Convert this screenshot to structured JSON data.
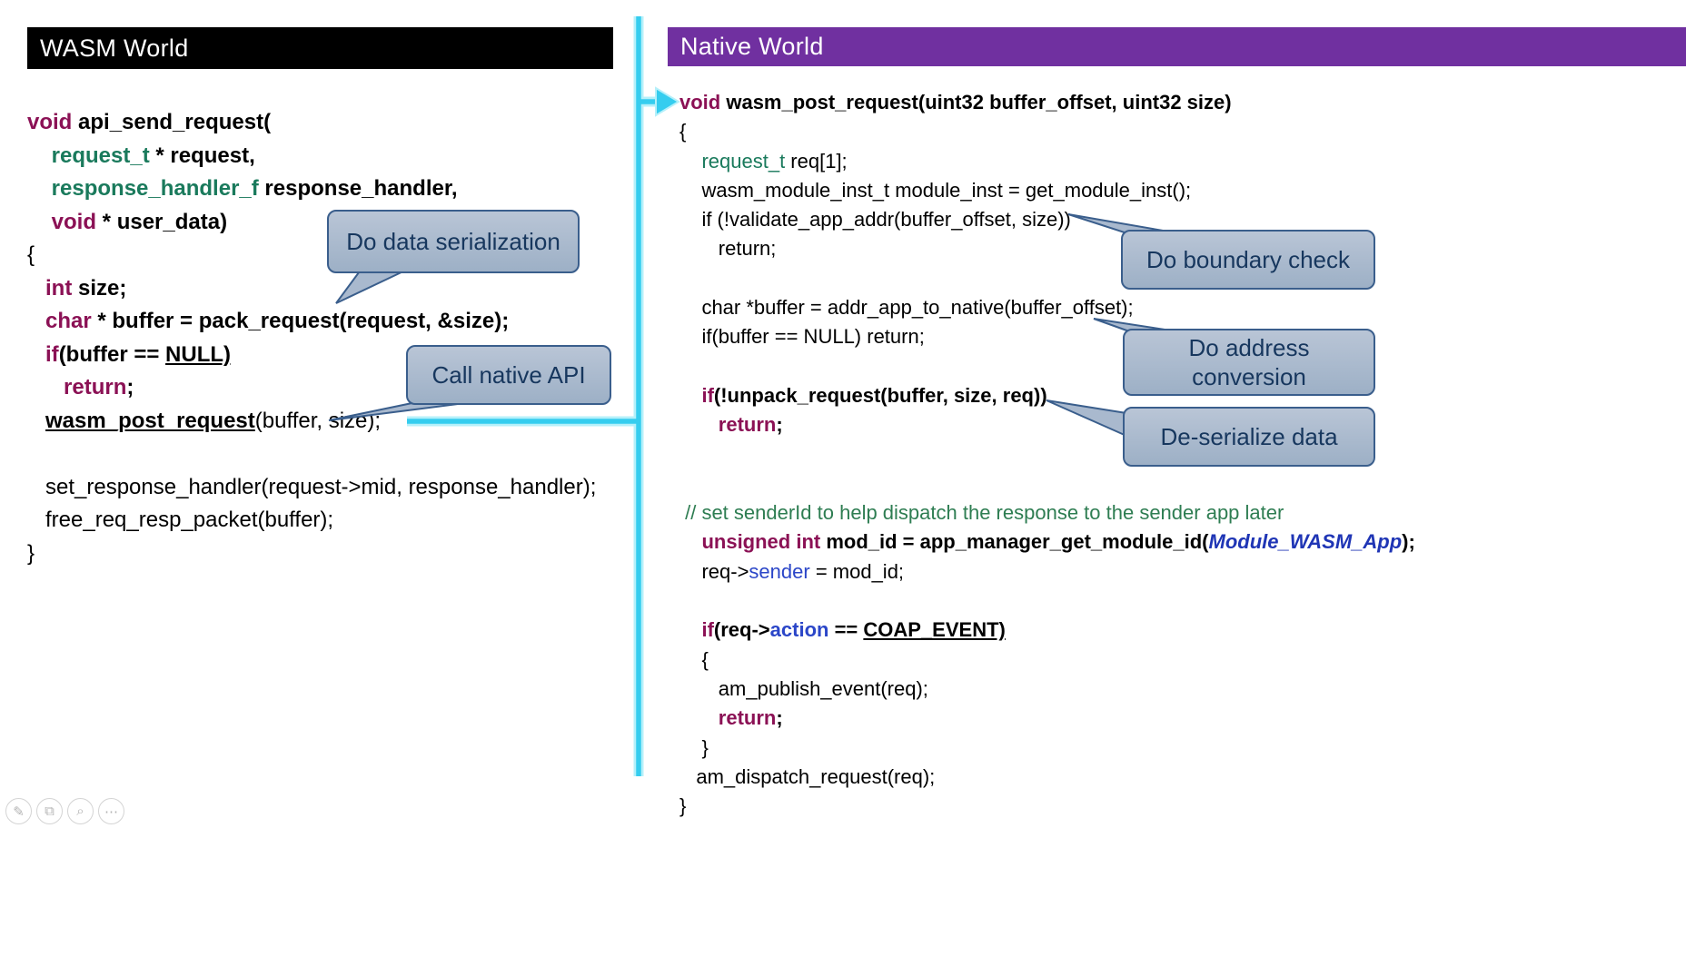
{
  "left_panel": {
    "header": "WASM World",
    "code": [
      [
        {
          "x": "void",
          "s": "k"
        },
        {
          "x": " api_send_request(",
          "s": "b"
        }
      ],
      [
        {
          "x": "    request_t",
          "s": "t b"
        },
        {
          "x": " * request,",
          "s": "b"
        }
      ],
      [
        {
          "x": "    response_handler_f",
          "s": "t b"
        },
        {
          "x": " response_handler,",
          "s": "b"
        }
      ],
      [
        {
          "x": "    void",
          "s": "k"
        },
        {
          "x": " * user_data)",
          "s": "b"
        }
      ],
      [
        {
          "x": "{",
          "s": ""
        }
      ],
      [
        {
          "x": "   ",
          "s": ""
        },
        {
          "x": "int",
          "s": "k"
        },
        {
          "x": " size;",
          "s": "b"
        }
      ],
      [
        {
          "x": "   ",
          "s": ""
        },
        {
          "x": "char",
          "s": "k"
        },
        {
          "x": " * buffer = pack_request(request, &size);",
          "s": "b"
        }
      ],
      [
        {
          "x": "   ",
          "s": ""
        },
        {
          "x": "if",
          "s": "k"
        },
        {
          "x": "(buffer == ",
          "s": "b"
        },
        {
          "x": "NULL)",
          "s": "b u"
        }
      ],
      [
        {
          "x": "      ",
          "s": ""
        },
        {
          "x": "return",
          "s": "k"
        },
        {
          "x": ";",
          "s": "b"
        }
      ],
      [
        {
          "x": "   ",
          "s": ""
        },
        {
          "x": "wasm_post_request",
          "s": "b u"
        },
        {
          "x": "(buffer, size);",
          "s": ""
        }
      ],
      [],
      [
        {
          "x": "   set_response_handler(request->mid, response_handler);",
          "s": ""
        }
      ],
      [
        {
          "x": "   free_req_resp_packet(buffer);",
          "s": ""
        }
      ],
      [
        {
          "x": "}",
          "s": ""
        }
      ]
    ]
  },
  "right_panel": {
    "header": "Native World",
    "code": [
      [
        {
          "x": "void",
          "s": "k"
        },
        {
          "x": " wasm_post_request(uint32 buffer_offset, uint32 size)",
          "s": "b"
        }
      ],
      [
        {
          "x": "{",
          "s": ""
        }
      ],
      [
        {
          "x": "    ",
          "s": ""
        },
        {
          "x": "request_t",
          "s": "t"
        },
        {
          "x": " req[1];",
          "s": ""
        }
      ],
      [
        {
          "x": "    wasm_module_inst_t module_inst = get_module_inst();",
          "s": ""
        }
      ],
      [
        {
          "x": "    if (!validate_app_addr(buffer_offset, size))",
          "s": ""
        }
      ],
      [
        {
          "x": "       return;",
          "s": ""
        }
      ],
      [],
      [
        {
          "x": "    char *buffer = addr_app_to_native(buffer_offset);",
          "s": ""
        }
      ],
      [
        {
          "x": "    if(buffer == NULL) return;",
          "s": ""
        }
      ],
      [],
      [
        {
          "x": "    ",
          "s": ""
        },
        {
          "x": "if",
          "s": "k"
        },
        {
          "x": "(!unpack_request(buffer, size, req))",
          "s": "b"
        }
      ],
      [
        {
          "x": "       ",
          "s": ""
        },
        {
          "x": "return",
          "s": "k"
        },
        {
          "x": ";",
          "s": "b"
        }
      ],
      [],
      [],
      [
        {
          "x": " // set senderId to help dispatch the response to the sender app later",
          "s": "c"
        }
      ],
      [
        {
          "x": "    ",
          "s": ""
        },
        {
          "x": "unsigned int",
          "s": "k"
        },
        {
          "x": " mod_id = app_manager_get_module_id(",
          "s": "b"
        },
        {
          "x": "Module_WASM_App",
          "s": "mod"
        },
        {
          "x": ");",
          "s": "b"
        }
      ],
      [
        {
          "x": "    req->",
          "s": ""
        },
        {
          "x": "sender",
          "s": "bl"
        },
        {
          "x": " = mod_id;",
          "s": ""
        }
      ],
      [],
      [
        {
          "x": "    ",
          "s": ""
        },
        {
          "x": "if",
          "s": "k"
        },
        {
          "x": "(req->",
          "s": "b"
        },
        {
          "x": "action",
          "s": "bl b"
        },
        {
          "x": " == ",
          "s": "b"
        },
        {
          "x": "COAP_EVENT)",
          "s": "b u"
        }
      ],
      [
        {
          "x": "    {",
          "s": ""
        }
      ],
      [
        {
          "x": "       am_publish_event(req);",
          "s": ""
        }
      ],
      [
        {
          "x": "       ",
          "s": ""
        },
        {
          "x": "return",
          "s": "k"
        },
        {
          "x": ";",
          "s": "b"
        }
      ],
      [
        {
          "x": "    }",
          "s": ""
        }
      ],
      [
        {
          "x": "   am_dispatch_request(req);",
          "s": ""
        }
      ],
      [
        {
          "x": "}",
          "s": ""
        }
      ]
    ]
  },
  "callouts": [
    {
      "id": "do-data-serialization",
      "text": "Do data serialization"
    },
    {
      "id": "call-native-api",
      "text": "Call native API"
    },
    {
      "id": "do-boundary-check",
      "text": "Do boundary check"
    },
    {
      "id": "do-address-conversion",
      "text": "Do address conversion"
    },
    {
      "id": "de-serialize-data",
      "text": "De-serialize data"
    }
  ],
  "footer_icons": [
    {
      "name": "edit-icon",
      "glyph": "✎"
    },
    {
      "name": "copy-icon",
      "glyph": "⧉"
    },
    {
      "name": "zoom-icon",
      "glyph": "⌕"
    },
    {
      "name": "more-icon",
      "glyph": "⋯"
    }
  ],
  "colors": {
    "header_left_bg": "#000000",
    "header_right_bg": "#7030A0",
    "callout_fill": "#A9B9CE",
    "callout_border": "#3A5E8C",
    "arrow_core": "#35CDEF",
    "keyword": "#8B1155",
    "type_green": "#1A7A5C",
    "comment_green": "#2E7D52",
    "blue_ident": "#2B46C8",
    "module_blue": "#1F35B5"
  }
}
